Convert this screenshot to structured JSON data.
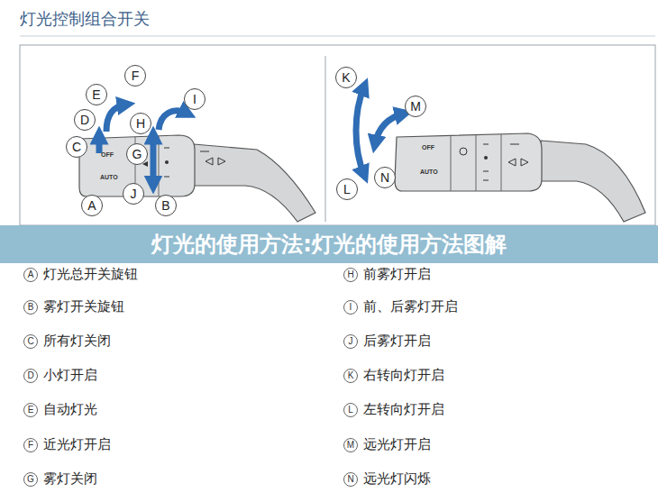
{
  "diagram": {
    "title": "灯光控制组合开关",
    "nodes": [
      {
        "text": [
          "A"
        ]
      },
      {
        "text": [
          "B"
        ]
      },
      {
        "text": [
          "C"
        ]
      },
      {
        "text": [
          "D"
        ]
      },
      {
        "text": [
          "E"
        ]
      },
      {
        "text": [
          "F"
        ]
      },
      {
        "text": [
          "G"
        ]
      },
      {
        "text": [
          "H"
        ]
      },
      {
        "text": [
          "I"
        ]
      },
      {
        "text": [
          "J"
        ]
      },
      {
        "text": [
          "K"
        ]
      },
      {
        "text": [
          "L"
        ]
      },
      {
        "text": [
          "M"
        ]
      },
      {
        "text": [
          "N"
        ]
      },
      {
        "text": [
          "灯光的使用方法:灯光的使用方法图解"
        ]
      },
      {
        "text": [
          "A",
          "灯光总开关旋钮"
        ]
      },
      {
        "text": [
          "B",
          "雾灯开关旋钮"
        ]
      },
      {
        "text": [
          "C",
          "所有灯关闭"
        ]
      },
      {
        "text": [
          "D",
          "小灯开启"
        ]
      },
      {
        "text": [
          "E",
          "自动灯光"
        ]
      },
      {
        "text": [
          "F",
          "近光灯开启"
        ]
      },
      {
        "text": [
          "G",
          "雾灯关闭"
        ]
      },
      {
        "text": [
          "H",
          "前雾灯开启"
        ]
      },
      {
        "text": [
          "I",
          "前、后雾灯开启"
        ]
      },
      {
        "text": [
          "J",
          "后雾灯开启"
        ]
      },
      {
        "text": [
          "K",
          "右转向灯开启"
        ]
      },
      {
        "text": [
          "L",
          "左转向灯开启"
        ]
      },
      {
        "text": [
          "M",
          "远光灯开启"
        ]
      },
      {
        "text": [
          "N",
          "远光灯闪烁"
        ]
      }
    ],
    "labels": [
      "OFF",
      "AUTO",
      "OFF",
      "AUTO"
    ]
  }
}
